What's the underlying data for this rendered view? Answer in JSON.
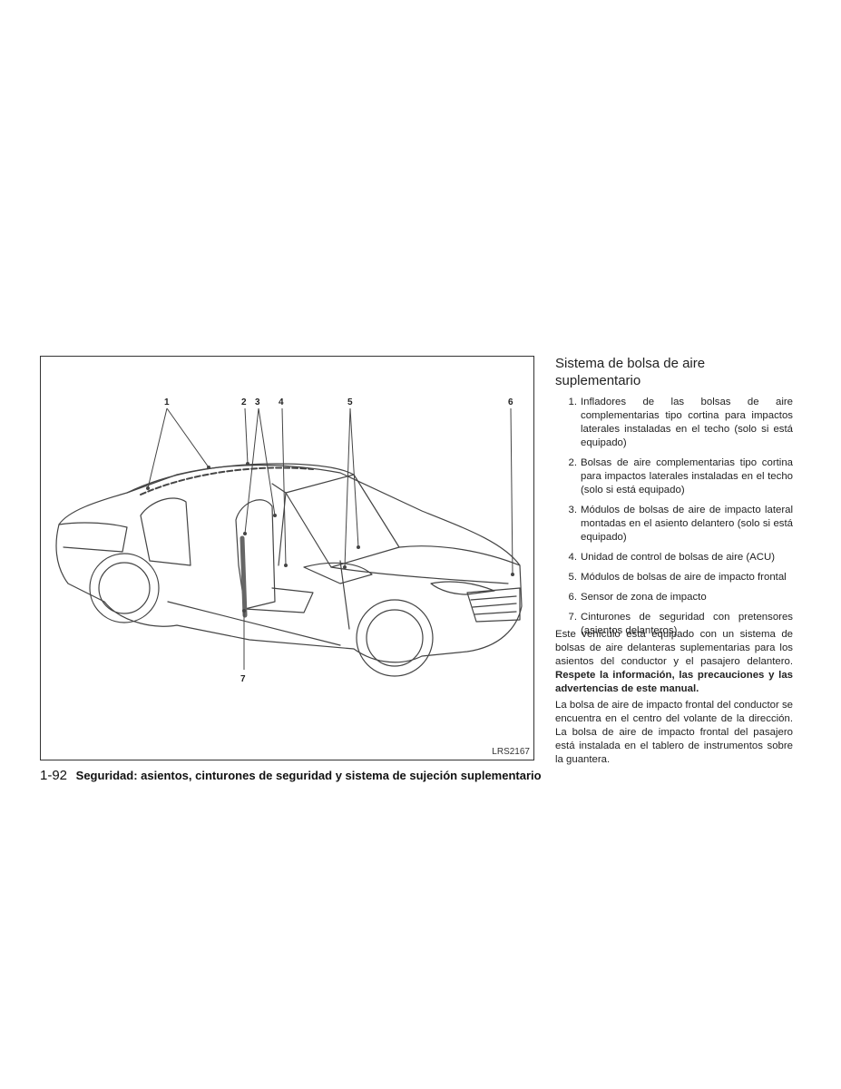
{
  "figure": {
    "code": "LRS2167",
    "callouts": [
      "1",
      "2",
      "3",
      "4",
      "5",
      "6",
      "7"
    ]
  },
  "section": {
    "title_line1": "Sistema de bolsa de aire",
    "title_line2": "suplementario"
  },
  "items": [
    {
      "num": "1.",
      "text": "Infladores de las bolsas de aire complementarias tipo cortina para impactos laterales instaladas en el techo (solo si está equipado)"
    },
    {
      "num": "2.",
      "text": "Bolsas de aire complementarias tipo cortina para impactos laterales instaladas en el techo (solo si está equipado)"
    },
    {
      "num": "3.",
      "text": "Módulos de bolsas de aire de impacto lateral montadas en el asiento delantero (solo si está equipado)"
    },
    {
      "num": "4.",
      "text": "Unidad de control de bolsas de aire (ACU)"
    },
    {
      "num": "5.",
      "text": "Módulos de bolsas de aire de impacto frontal"
    },
    {
      "num": "6.",
      "text": "Sensor de zona de impacto"
    },
    {
      "num": "7.",
      "text": "Cinturones de seguridad con pretensores (asientos delanteros)"
    }
  ],
  "paragraph1": {
    "text": "Este vehículo está equipado con un sistema de bolsas de aire delanteras suplementarias para los asientos del conductor y el pasajero delantero.",
    "bold": "Respete la información, las precauciones y las advertencias de este manual."
  },
  "paragraph2": {
    "text": "La bolsa de aire de impacto frontal del conductor se encuentra en el centro del volante de la dirección. La bolsa de aire de impacto frontal del pasajero está instalada en el tablero de instrumentos sobre la guantera."
  },
  "footer": {
    "page_number": "1-92",
    "title": "Seguridad: asientos, cinturones de seguridad y sistema de sujeción suplementario"
  }
}
